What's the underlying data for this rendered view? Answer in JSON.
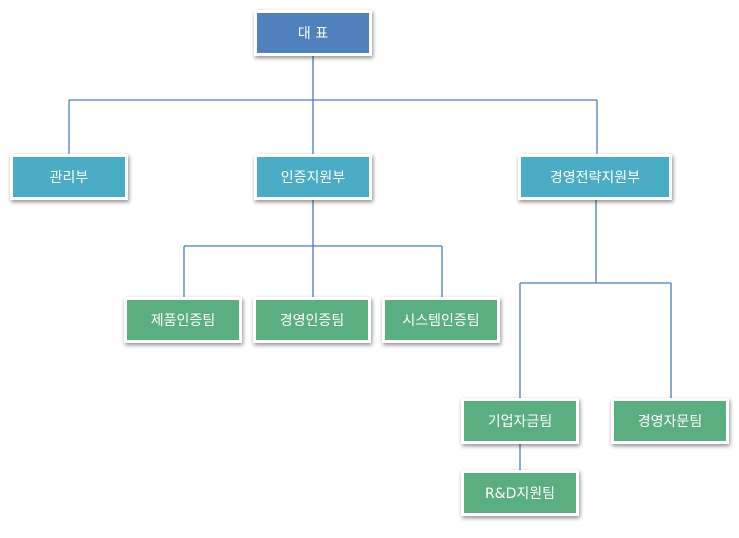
{
  "colors": {
    "top": "#4f81bd",
    "division": "#4bacc6",
    "team": "#5aae7f",
    "line": "#4a7ebb"
  },
  "ceo": {
    "label": "대 표"
  },
  "divisions": [
    {
      "label": "관리부"
    },
    {
      "label": "인증지원부"
    },
    {
      "label": "경영전략지원부"
    }
  ],
  "teams": {
    "certification": [
      {
        "label": "제품인증팀"
      },
      {
        "label": "경영인증팀"
      },
      {
        "label": "시스템인증팀"
      }
    ],
    "strategy": [
      {
        "label": "기업자금팀"
      },
      {
        "label": "경영자문팀"
      }
    ],
    "sub": [
      {
        "label": "R&D지원팀"
      }
    ]
  }
}
